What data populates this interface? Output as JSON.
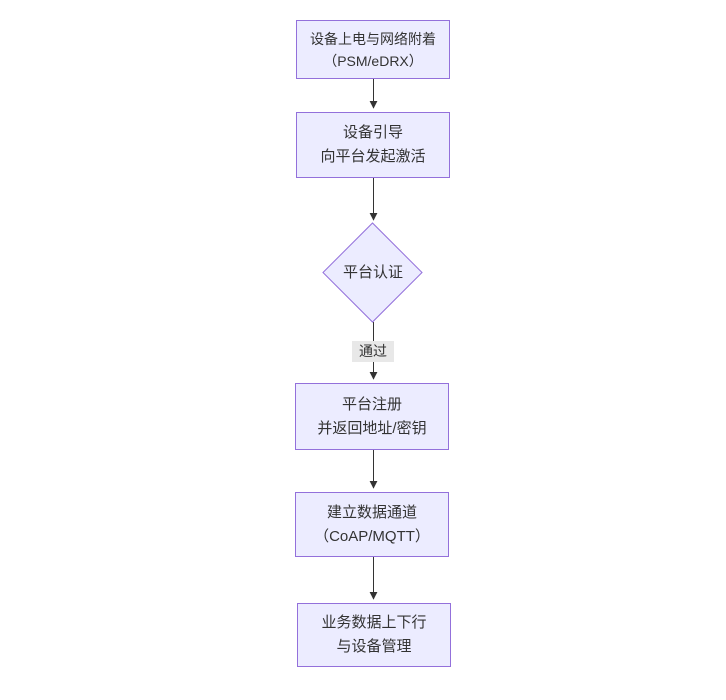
{
  "diagram": {
    "type": "flowchart",
    "direction": "top-down",
    "nodes": [
      {
        "id": "A",
        "shape": "rect",
        "lines": [
          "设备上电与网络附着",
          "（PSM/eDRX）"
        ]
      },
      {
        "id": "B",
        "shape": "rect",
        "lines": [
          "设备引导",
          "向平台发起激活"
        ]
      },
      {
        "id": "C",
        "shape": "diamond",
        "lines": [
          "平台认证"
        ]
      },
      {
        "id": "D",
        "shape": "rect",
        "lines": [
          "平台注册",
          "并返回地址/密钥"
        ]
      },
      {
        "id": "E",
        "shape": "rect",
        "lines": [
          "建立数据通道",
          "（CoAP/MQTT）"
        ]
      },
      {
        "id": "F",
        "shape": "rect",
        "lines": [
          "业务数据上下行",
          "与设备管理"
        ]
      }
    ],
    "edges": [
      {
        "from": "A",
        "to": "B",
        "label": ""
      },
      {
        "from": "B",
        "to": "C",
        "label": ""
      },
      {
        "from": "C",
        "to": "D",
        "label": "通过"
      },
      {
        "from": "D",
        "to": "E",
        "label": ""
      },
      {
        "from": "E",
        "to": "F",
        "label": ""
      }
    ],
    "colors": {
      "node_fill": "#ECECFF",
      "node_border": "#9370DB",
      "text": "#333333",
      "edge_line": "#333333",
      "edge_label_bg": "#e8e8e8",
      "background": "#ffffff"
    }
  }
}
